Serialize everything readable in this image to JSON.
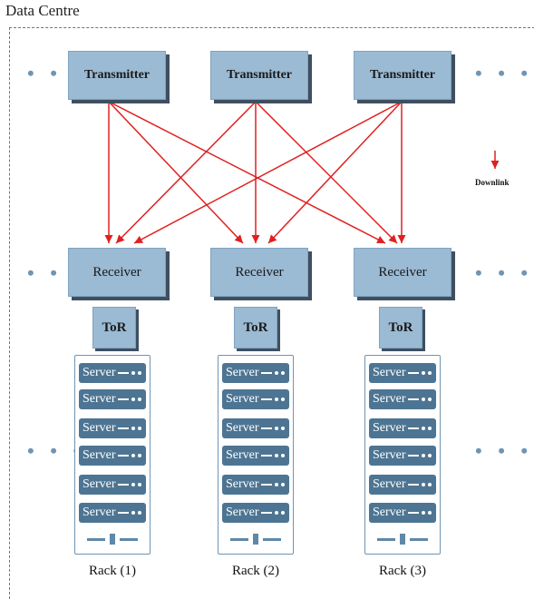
{
  "title": "Data Centre",
  "transmitters": [
    "Transmitter",
    "Transmitter",
    "Transmitter"
  ],
  "receivers": [
    "Receiver",
    "Receiver",
    "Receiver"
  ],
  "tors": [
    "ToR",
    "ToR",
    "ToR"
  ],
  "server_label": "Server",
  "racks": [
    "Rack (1)",
    "Rack (2)",
    "Rack (3)"
  ],
  "legend": {
    "label": "Downlink",
    "color": "#e02020"
  },
  "ellipsis": "• • •"
}
